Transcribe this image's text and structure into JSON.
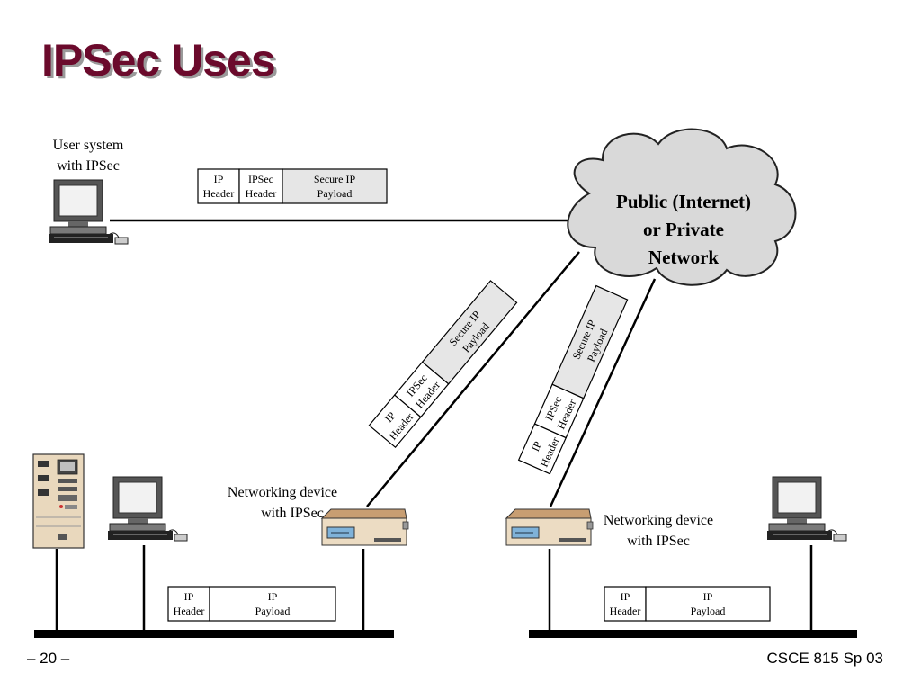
{
  "slide": {
    "title": "IPSec Uses",
    "page_number": "– 20 –",
    "course": "CSCE 815 Sp 03"
  },
  "labels": {
    "user_system_line1": "User system",
    "user_system_line2": "with IPSec",
    "cloud_line1": "Public (Internet)",
    "cloud_line2": "or Private",
    "cloud_line3": "Network",
    "netdev_left_line1": "Networking device",
    "netdev_left_line2": "with IPSec",
    "netdev_right_line1": "Networking device",
    "netdev_right_line2": "with IPSec"
  },
  "secure_packet": {
    "ip_line1": "IP",
    "ip_line2": "Header",
    "ipsec_line1": "IPSec",
    "ipsec_line2": "Header",
    "payload_line1": "Secure IP",
    "payload_line2": "Payload"
  },
  "plain_packet": {
    "ip_line1": "IP",
    "ip_line2": "Header",
    "payload_line1": "IP",
    "payload_line2": "Payload"
  },
  "colors": {
    "title": "#6b0a2c",
    "cloud": "#d9d9d9",
    "payload_fill": "#e6e6e6",
    "device_top": "#d4b38f",
    "device_body": "#ecdcc3"
  }
}
